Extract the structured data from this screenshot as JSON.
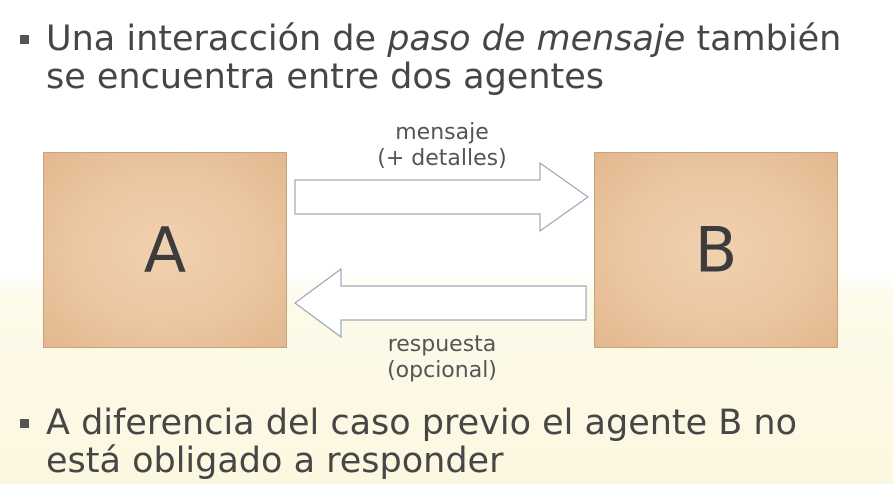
{
  "bullets": [
    {
      "before": "Una interacción de ",
      "emphasis": "paso de mensaje",
      "after": " también se encuentra entre dos agentes"
    },
    {
      "text": "A diferencia del caso previo el agente B no está obligado a responder"
    }
  ],
  "diagram": {
    "agent_a": "A",
    "agent_b": "B",
    "message_label": "mensaje",
    "message_detail": "(+ detalles)",
    "response_label": "respuesta",
    "response_detail": "(opcional)"
  },
  "colors": {
    "agent_box": "#ebc6a0",
    "arrow_fill": "#ffffff",
    "arrow_stroke": "#9aa6b8"
  }
}
